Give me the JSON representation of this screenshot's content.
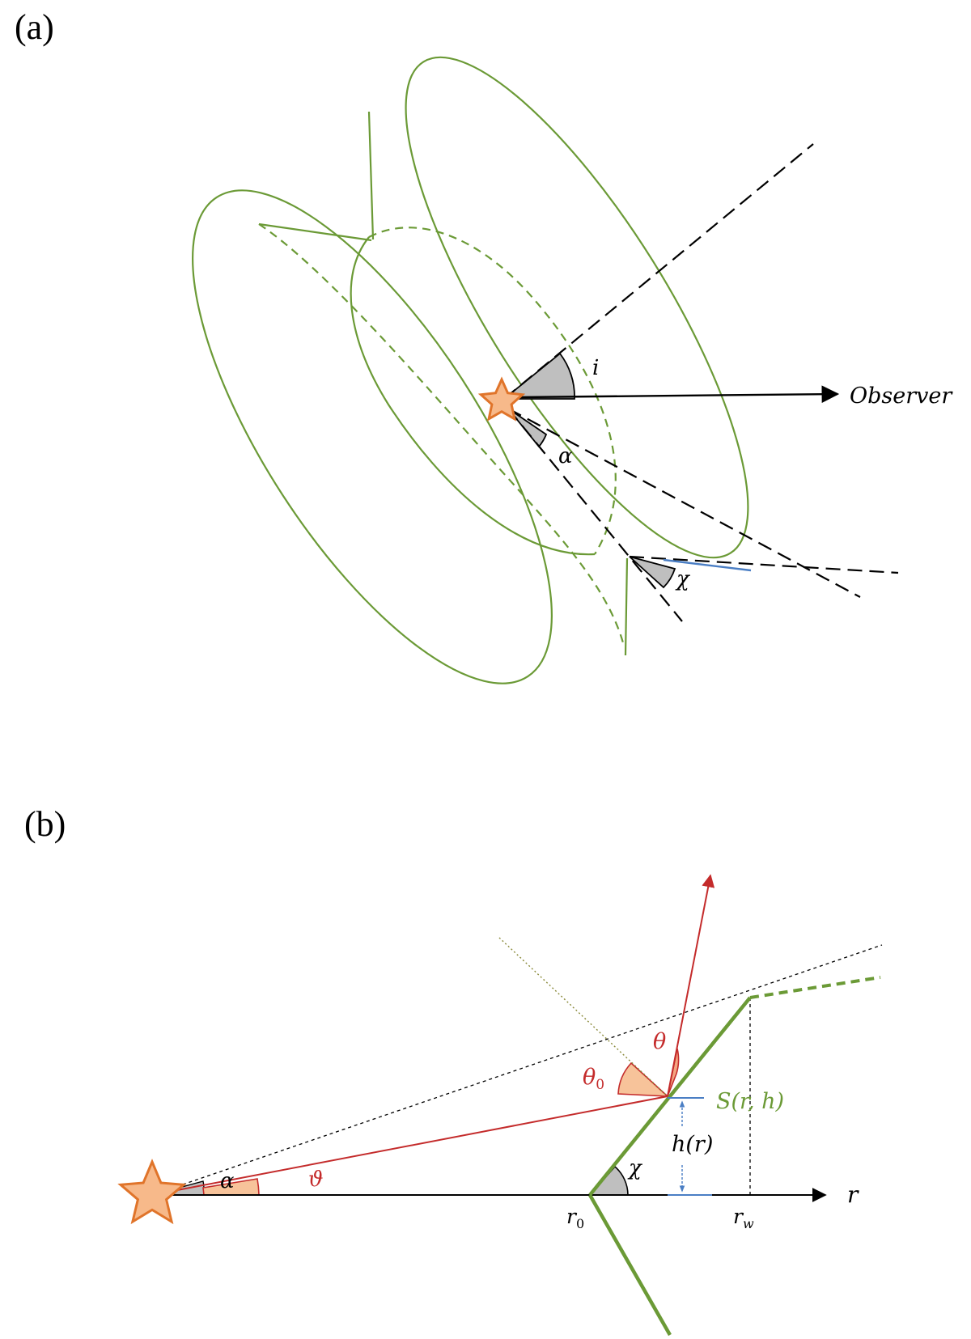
{
  "panel_a": {
    "label": "(a)",
    "observer": "Observer",
    "angle_i": "i",
    "angle_alpha": "α",
    "angle_chi": "χ"
  },
  "panel_b": {
    "label": "(b)",
    "angle_alpha": "α",
    "angle_vartheta": "ϑ",
    "angle_theta0": "θ",
    "angle_theta0_sub": "0",
    "angle_theta": "θ",
    "angle_chi": "χ",
    "surface_label": "S(r, h)",
    "height_label": "h(r)",
    "axis_r": "r",
    "r0": "r",
    "r0_sub": "0",
    "rw": "r",
    "rw_sub": "w"
  },
  "colors": {
    "wind_surface": "#6b9a36",
    "star_fill": "#f7b98a",
    "star_stroke": "#e0742a",
    "ray": "#c42b2b",
    "angle_fill_gray": "#bfbfbf",
    "angle_fill_orange": "#f7c39a",
    "height_marker": "#4a7ec4"
  }
}
